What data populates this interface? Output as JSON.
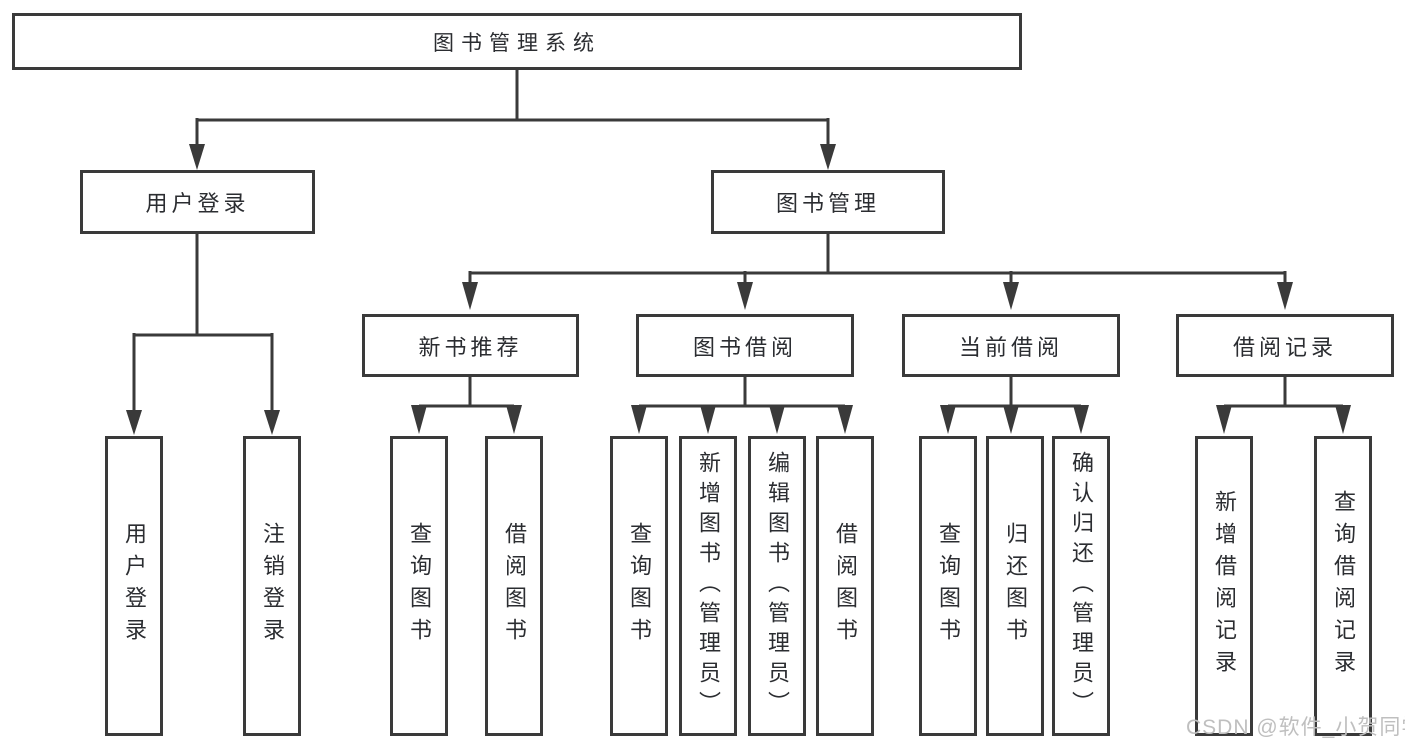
{
  "tree": {
    "label": "图书管理系统",
    "children": [
      {
        "label": "用户登录",
        "children": [
          {
            "label": "用户登录"
          },
          {
            "label": "注销登录"
          }
        ]
      },
      {
        "label": "图书管理",
        "children": [
          {
            "label": "新书推荐",
            "children": [
              {
                "label": "查询图书"
              },
              {
                "label": "借阅图书"
              }
            ]
          },
          {
            "label": "图书借阅",
            "children": [
              {
                "label": "查询图书"
              },
              {
                "label": "新增图书（管理员）"
              },
              {
                "label": "编辑图书（管理员）"
              },
              {
                "label": "借阅图书"
              }
            ]
          },
          {
            "label": "当前借阅",
            "children": [
              {
                "label": "查询图书"
              },
              {
                "label": "归还图书"
              },
              {
                "label": "确认归还（管理员）"
              }
            ]
          },
          {
            "label": "借阅记录",
            "children": [
              {
                "label": "新增借阅记录"
              },
              {
                "label": "查询借阅记录"
              }
            ]
          }
        ]
      }
    ]
  },
  "watermark": {
    "text": "CSDN @软件_小贺同学"
  },
  "colors": {
    "line": "#3a3a3a",
    "text": "#2b2d31",
    "background": "#ffffff",
    "watermark": "#bfbfbf"
  }
}
